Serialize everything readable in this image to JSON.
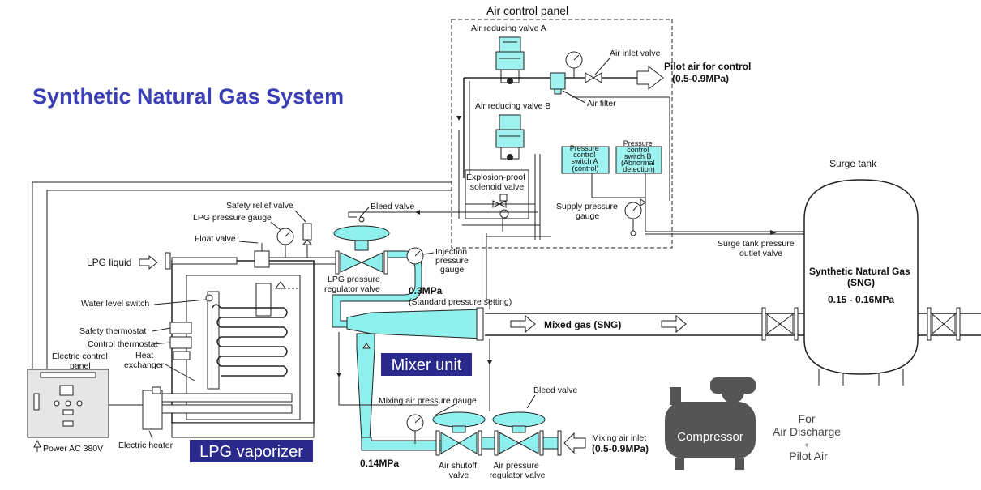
{
  "title": "Synthetic Natural Gas System",
  "colors": {
    "title": "#3b3fb5",
    "tag_bg": "#2a2a8c",
    "cyan": "#8ff0ee",
    "compressor": "#555555"
  },
  "air_panel": {
    "title": "Air control panel",
    "air_reducing_valve_a": "Air reducing valve A",
    "air_reducing_valve_b": "Air reducing valve B",
    "air_inlet_valve": "Air inlet valve",
    "air_filter": "Air filter",
    "pilot_air": "Pilot air for control",
    "pilot_air_range": "(0.5-0.9MPa)",
    "switch_a": [
      "Pressure",
      "control",
      "switch A",
      "(control)"
    ],
    "switch_b": [
      "Pressure",
      "control",
      "switch B",
      "(Abnormal",
      "detection)"
    ],
    "solenoid": [
      "Explosion-proof",
      "solenoid valve"
    ],
    "supply_gauge": [
      "Supply pressure",
      "gauge"
    ]
  },
  "surge": {
    "title": "Surge tank",
    "sng": [
      "Synthetic Natural Gas",
      "(SNG)"
    ],
    "pressure": "0.15 - 0.16MPa",
    "outlet": [
      "Surge tank pressure",
      "outlet valve"
    ]
  },
  "vaporizer": {
    "safety_relief": "Safety relief valve",
    "lpg_gauge": "LPG pressure gauge",
    "float_valve": "Float valve",
    "lpg_liquid": "LPG liquid",
    "water_level": "Water level switch",
    "safety_thermo": "Safety thermostat",
    "control_thermo": "Control thermostat",
    "heat_exchanger": [
      "Heat",
      "exchanger"
    ],
    "electric_panel": [
      "Electric control",
      "panel"
    ],
    "power": "Power AC 380V",
    "heater": "Electric heater",
    "tag": "LPG vaporizer"
  },
  "regulator": {
    "bleed_top": "Bleed valve",
    "lpg_reg": [
      "LPG pressure",
      "regulator valve"
    ],
    "injection": [
      "Injection",
      "pressure",
      "gauge"
    ],
    "pressure": "0.3MPa",
    "standard": "(Standard pressure setting)",
    "mixed_gas": "Mixed gas (SNG)"
  },
  "mixer": {
    "tag": "Mixer unit",
    "mixing_gauge": "Mixing air pressure gauge",
    "bleed_bottom": "Bleed valve",
    "mixing_inlet": "Mixing air inlet",
    "mixing_range": "(0.5-0.9MPa)",
    "low_pressure": "0.14MPa",
    "shutoff": [
      "Air shutoff",
      "valve"
    ],
    "air_reg": [
      "Air pressure",
      "regulator valve"
    ]
  },
  "compressor": {
    "label": "Compressor",
    "for": [
      "For",
      "Air Discharge",
      "+",
      "Pilot Air"
    ]
  }
}
